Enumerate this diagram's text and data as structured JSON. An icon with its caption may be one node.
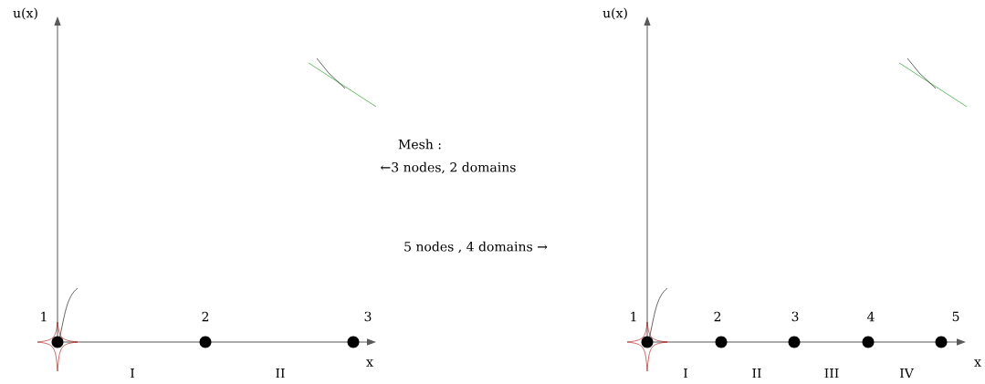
{
  "diagram": {
    "nodes": [
      {
        "text": [],
        "shape": "circle",
        "beside": [
          "1"
        ]
      },
      {
        "text": [],
        "shape": "circle",
        "beside": [
          "2"
        ]
      },
      {
        "text": [],
        "shape": "circle",
        "beside": [
          "3"
        ]
      },
      {
        "text": [],
        "shape": "circle",
        "beside": [
          "1"
        ]
      },
      {
        "text": [],
        "shape": "circle",
        "beside": [
          "2"
        ]
      },
      {
        "text": [],
        "shape": "circle",
        "beside": [
          "3"
        ]
      },
      {
        "text": [],
        "shape": "circle",
        "beside": [
          "4"
        ]
      },
      {
        "text": [],
        "shape": "circle",
        "beside": [
          "5"
        ]
      }
    ],
    "labels": [
      "u(x)",
      "u(x)",
      "Mesh :",
      "←3 nodes, 2 domains",
      "5 nodes , 4 domains →",
      "x",
      "I",
      "II",
      "x",
      "I",
      "II",
      "III",
      "IV"
    ]
  }
}
